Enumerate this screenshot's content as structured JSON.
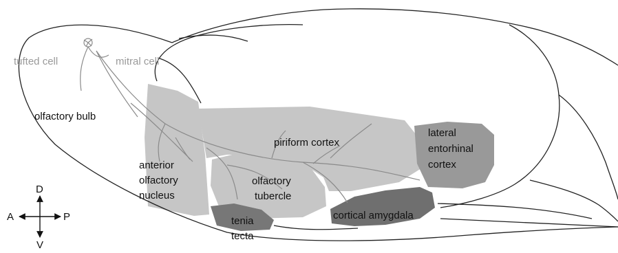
{
  "colors": {
    "outline": "#222222",
    "light_region": "#c6c6c6",
    "mid_region": "#999999",
    "dark_region": "#6f6f6f",
    "neuron": "#8a8a8a",
    "neuron_label": "#9a9a9a",
    "text": "#111111"
  },
  "labels": {
    "tufted_cell": "tufted cell",
    "mitral_cell": "mitral cell",
    "olfactory_bulb": "olfactory bulb",
    "piriform_cortex": "piriform cortex",
    "lateral_entorhinal_cortex": [
      "lateral",
      "entorhinal",
      "cortex"
    ],
    "anterior_olfactory_nucleus": [
      "anterior",
      "olfactory",
      "nucleus"
    ],
    "olfactory_tubercle": [
      "olfactory",
      "tubercle"
    ],
    "cortical_amygdala": "cortical amygdala",
    "tenia_tecta": [
      "tenia",
      "tecta"
    ]
  },
  "compass": {
    "dorsal": "D",
    "ventral": "V",
    "anterior": "A",
    "posterior": "P"
  }
}
